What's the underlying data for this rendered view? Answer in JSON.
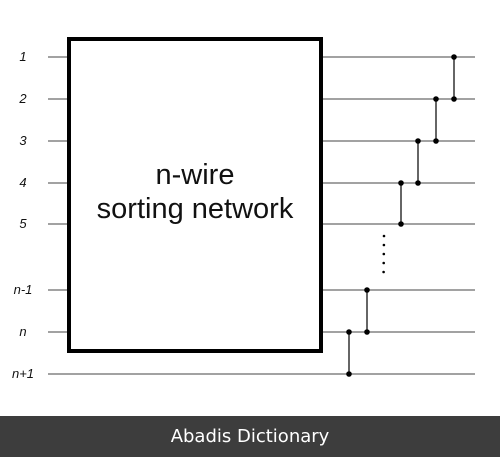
{
  "wire_labels": [
    "1",
    "2",
    "3",
    "4",
    "5",
    "n-1",
    "n",
    "n+1"
  ],
  "box": {
    "title_line1": "n-wire",
    "title_line2": "sorting network"
  },
  "footer": {
    "text": "Abadis Dictionary"
  },
  "colors": {
    "line": "#000000",
    "wire": "#555555",
    "footer_bg": "#3d3d3d",
    "footer_text": "#ffffff"
  }
}
